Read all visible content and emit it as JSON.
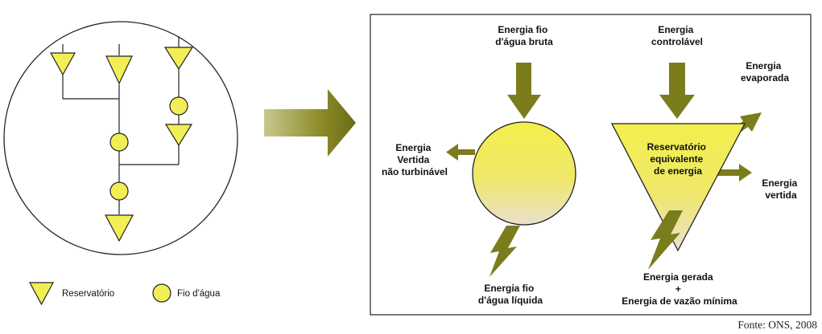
{
  "colors": {
    "yellow": "#f2ee56",
    "yellow_light": "#fbf5a0",
    "olive": "#7b7c1c",
    "olive_dark": "#6b6a14",
    "gradient_bottom": "#e9e0cf",
    "outline": "#222222"
  },
  "legend": {
    "reservoir": "Reservatório",
    "run_of_river": "Fio d'água"
  },
  "right_panel": {
    "raw_inflow": [
      "Energia fio",
      "d'água bruta"
    ],
    "controllable": [
      "Energia",
      "controlável"
    ],
    "evaporated": [
      "Energia",
      "evaporada"
    ],
    "spilled_nonturbinable": [
      "Energia",
      "Vertida",
      "não turbinável"
    ],
    "equivalent_reservoir": [
      "Reservatório",
      "equivalente",
      "de energia"
    ],
    "spilled": [
      "Energia",
      "vertida"
    ],
    "net_run_of_river": [
      "Energia fio",
      "d'água líquida"
    ],
    "generated": [
      "Energia gerada",
      "+",
      "Energia de vazão mínima"
    ]
  },
  "source": "Fonte: ONS, 2008"
}
